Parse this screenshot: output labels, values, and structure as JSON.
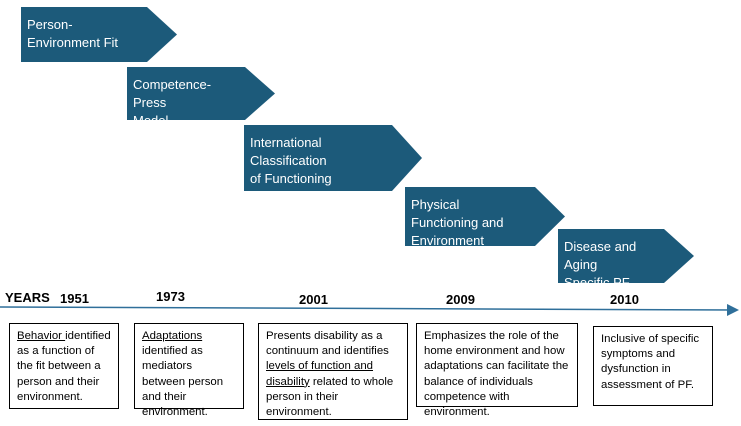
{
  "years_label": "YEARS",
  "milestones": [
    {
      "model": "Person-Environment Fit",
      "model_lines": [
        "Person-",
        "Environment Fit"
      ],
      "year": "1951",
      "desc_parts": [
        {
          "t": "Behavior ",
          "u": true
        },
        {
          "t": "identified as a function of the fit between a person and their environment.",
          "u": false
        }
      ]
    },
    {
      "model": "Competence-Press Model",
      "model_lines": [
        "Competence-Press",
        "Model"
      ],
      "year": "1973",
      "desc_parts": [
        {
          "t": "Adaptations",
          "u": true
        },
        {
          "t": " identified as mediators between person and their environment.",
          "u": false
        }
      ]
    },
    {
      "model": "International Classification of Functioning",
      "model_lines": [
        "International Classification",
        "of Functioning"
      ],
      "year": "2001",
      "desc_parts": [
        {
          "t": "Presents disability as a continuum and identifies ",
          "u": false
        },
        {
          "t": "levels of function and disability",
          "u": true
        },
        {
          "t": " related to whole person in their environment.",
          "u": false
        }
      ]
    },
    {
      "model": "Physical Functioning and Environment",
      "model_lines": [
        "Physical Functioning and",
        "Environment"
      ],
      "year": "2009",
      "desc_parts": [
        {
          "t": "Emphasizes the role of the home environment and how adaptations can facilitate the balance of individuals competence with environment.",
          "u": false
        }
      ]
    },
    {
      "model": "Disease and Aging Specific PF models",
      "model_lines": [
        "Disease and Aging",
        "Specific PF models"
      ],
      "year": "2010",
      "desc_parts": [
        {
          "t": "Inclusive of specific symptoms and dysfunction in assessment of PF.",
          "u": false
        }
      ]
    }
  ],
  "colors": {
    "chevron": "#1c5a7a",
    "axis": "#2f6f9a",
    "chevron_text": "#ffffff"
  }
}
